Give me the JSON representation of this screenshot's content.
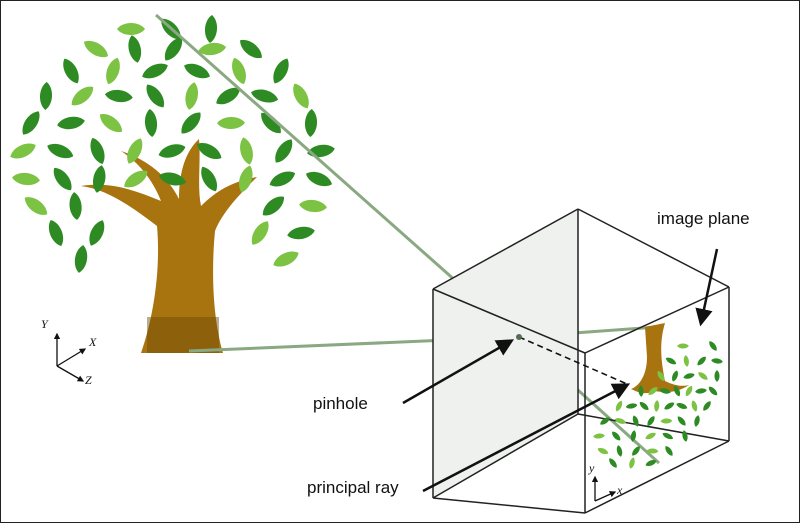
{
  "labels": {
    "image_plane": "image plane",
    "pinhole": "pinhole",
    "principal_ray": "principal ray"
  },
  "world_axes": {
    "y": "Y",
    "x": "X",
    "z": "Z"
  },
  "image_axes": {
    "y": "y",
    "x": "x"
  },
  "colors": {
    "leaf_light": "#7cc243",
    "leaf_dark": "#2e8b24",
    "trunk": "#a8740f",
    "trunk_dark": "#6d4a07",
    "ray": "#8aa882",
    "box_front": "#eef1ee",
    "box_edge": "#222222"
  }
}
